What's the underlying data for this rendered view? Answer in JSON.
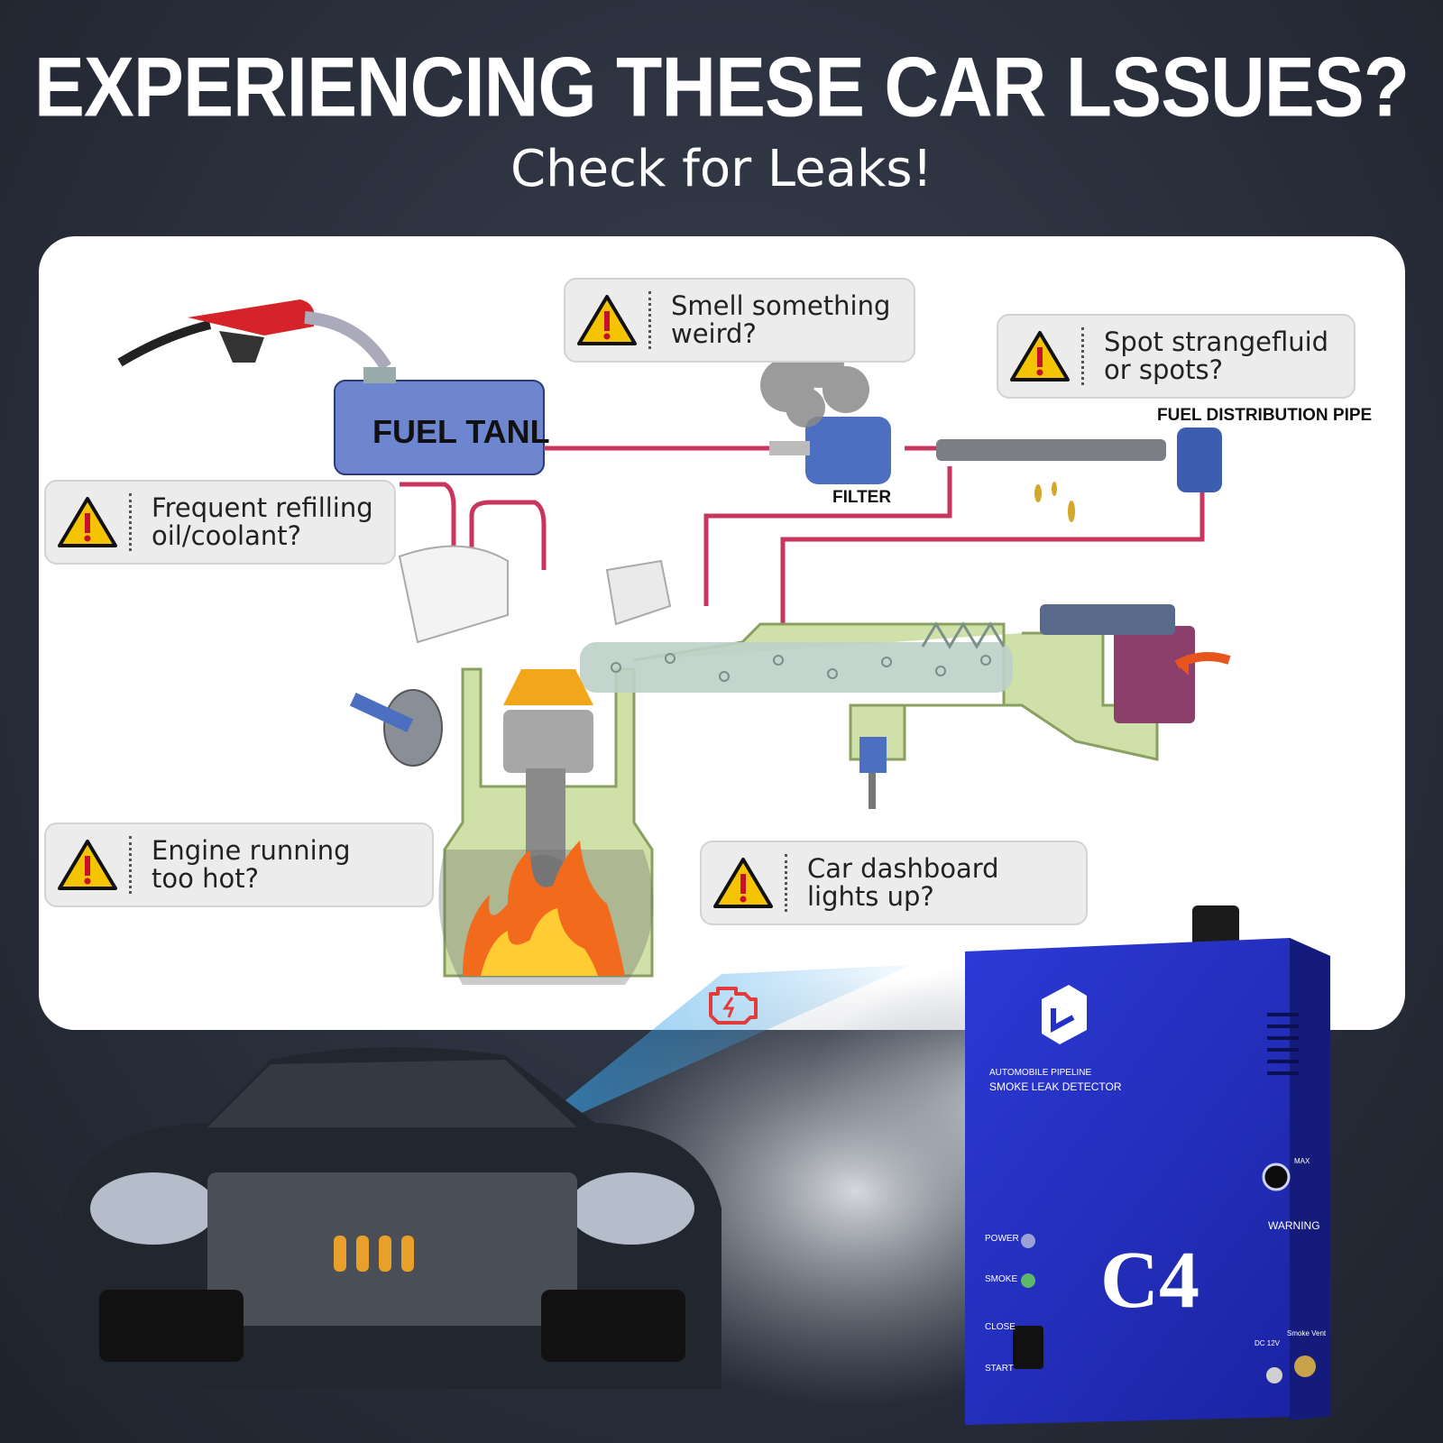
{
  "header": {
    "title": "EXPERIENCING THESE CAR LSSUES?",
    "subtitle": "Check for Leaks!"
  },
  "diagram_labels": {
    "fuel_tank": "FUEL TANL",
    "filter": "FILTER",
    "fuel_distribution_pipe": "FUEL DISTRIBUTION PIPE"
  },
  "callouts": {
    "smell": "Smell something\nweird?",
    "fluid": "Spot strangefluid\nor spots?",
    "refill": "Frequent refilling\noil/coolant?",
    "hot": "Engine running\ntoo hot?",
    "dashboard": "Car dashboard\nlights up?"
  },
  "device": {
    "line1": "AUTOMOBILE PIPELINE",
    "line2": "SMOKE LEAK DETECTOR",
    "model": "C4",
    "power": "POWER",
    "smoke": "SMOKE",
    "close": "CLOSE",
    "start": "START",
    "warning": "WARNING",
    "max": "MAX",
    "dc": "DC 12V",
    "vent": "Smoke Vent"
  },
  "colors": {
    "background": "#2a2f3c",
    "device_blue": "#2431c9",
    "pipe_red": "#c8365e",
    "warning_yellow": "#f5c400",
    "engine_green": "#cfe0a8"
  },
  "icons": [
    "warning-icon",
    "check-engine-icon",
    "fuel-nozzle-icon"
  ]
}
